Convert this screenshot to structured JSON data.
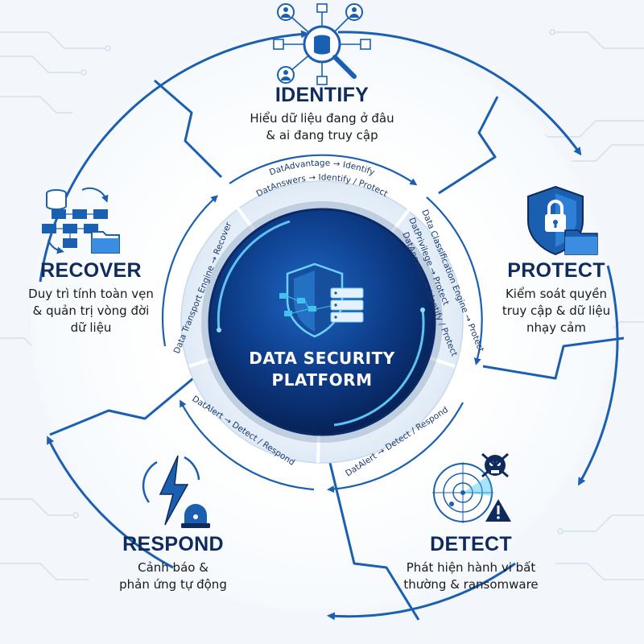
{
  "center": {
    "title_line1": "DATA SECURITY",
    "title_line2": "PLATFORM"
  },
  "phases": {
    "identify": {
      "title": "IDENTIFY",
      "desc_line1": "Hiểu dữ liệu đang ở đâu",
      "desc_line2": "& ai đang truy cập",
      "icon": "database-network-search-icon"
    },
    "protect": {
      "title": "PROTECT",
      "desc_line1": "Kiểm soát quyền",
      "desc_line2": "truy cập & dữ liệu",
      "desc_line3": "nhạy cảm",
      "icon": "shield-lock-folder-icon"
    },
    "detect": {
      "title": "DETECT",
      "desc_line1": "Phát hiện hành vi bất",
      "desc_line2": "thường & ransomware",
      "icon": "radar-skull-warning-icon"
    },
    "respond": {
      "title": "RESPOND",
      "desc_line1": "Cảnh báo &",
      "desc_line2": "phản ứng tự động",
      "icon": "lightning-alarm-icon"
    },
    "recover": {
      "title": "RECOVER",
      "desc_line1": "Duy trì tính toàn vẹn",
      "desc_line2": "& quản trị vòng đời",
      "desc_line3": "dữ liệu",
      "icon": "database-flow-folder-icon"
    }
  },
  "inner_labels": {
    "identify_1": "DatAdvantage → Identify",
    "identify_2": "DatAnswers → Identify / Protect",
    "protect_1": "Data Classification Engine → Protect",
    "protect_2": "DatPrivilege → Protect",
    "protect_3": "DatAnswers → Identify / Protect",
    "detect_1": "DatAlert → Detect / Respond",
    "respond_1": "DatAlert → Detect / Respond",
    "recover_1": "Data Transport Engine → Recover"
  },
  "colors": {
    "primary": "#1b5fb0",
    "dark_navy": "#0f2a5c",
    "accent_cyan": "#3fc3ee",
    "background": "#f3f7fb"
  }
}
